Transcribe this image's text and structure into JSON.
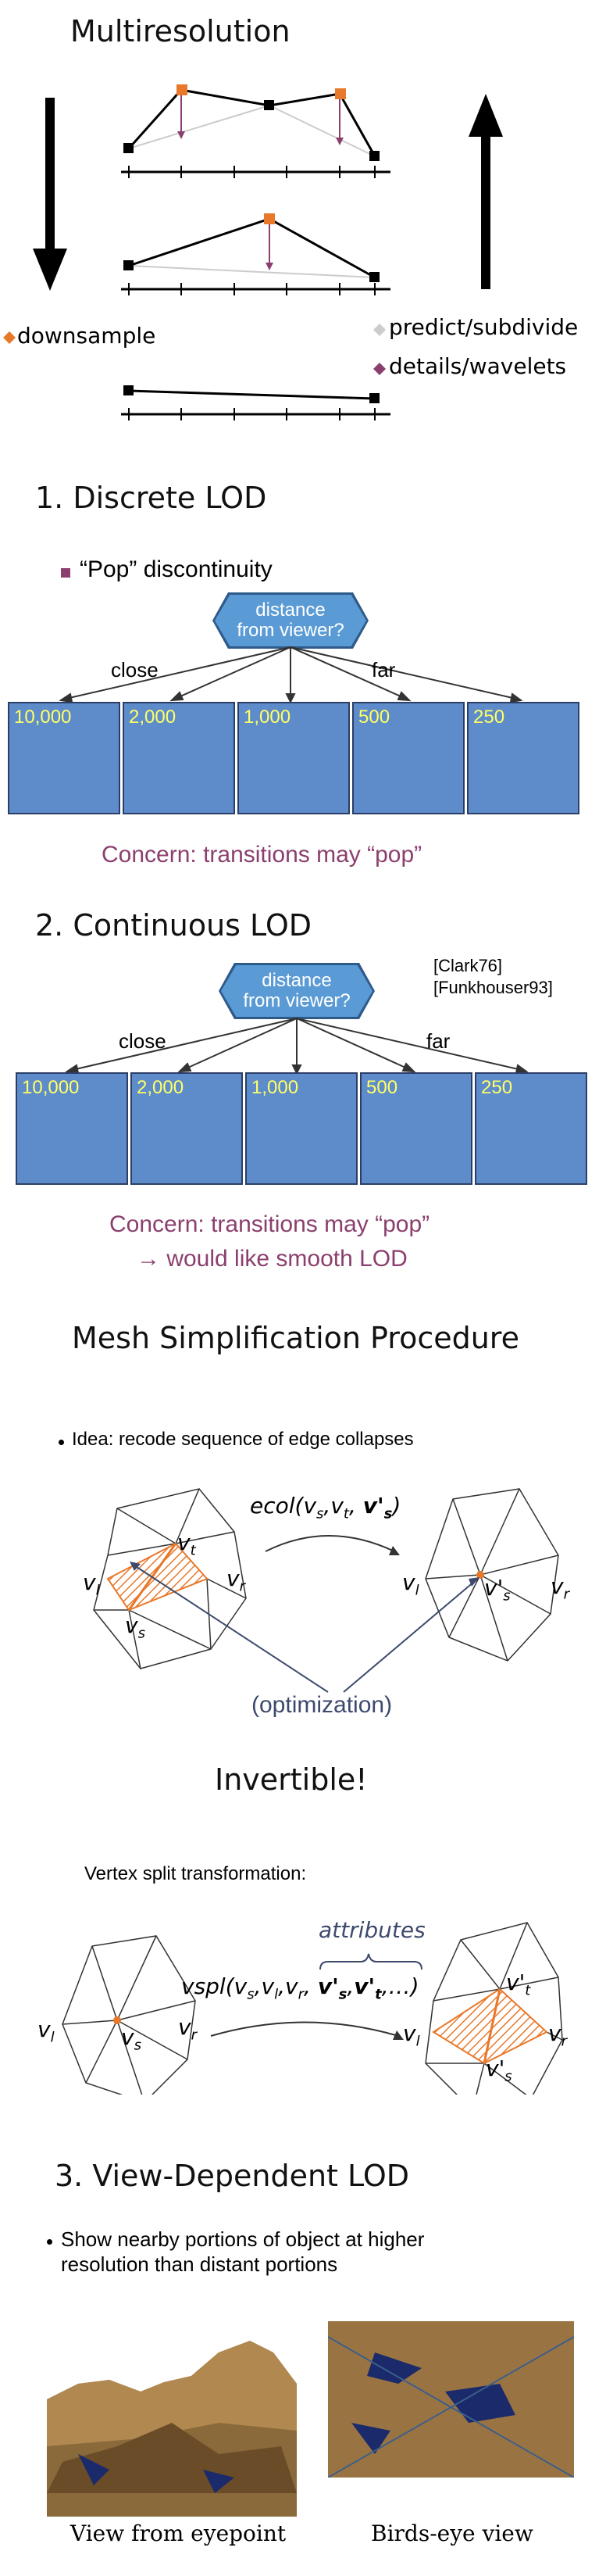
{
  "multires": {
    "title": "Multiresolution",
    "legend_downsample": "downsample",
    "legend_predict": "predict/subdivide",
    "legend_details": "details/wavelets"
  },
  "discrete": {
    "title": "1. Discrete LOD",
    "bullet": "“Pop” discontinuity",
    "hex_line1": "distance",
    "hex_line2": "from viewer?",
    "close": "close",
    "far": "far",
    "thumbs": [
      "10,000",
      "2,000",
      "1,000",
      "500",
      "250"
    ],
    "concern": "Concern: transitions may “pop”"
  },
  "continuous": {
    "title": "2. Continuous LOD",
    "hex_line1": "distance",
    "hex_line2": "from viewer?",
    "ref1": "[Clark76]",
    "ref2": "[Funkhouser93]",
    "close": "close",
    "far": "far",
    "thumbs": [
      "10,000",
      "2,000",
      "1,000",
      "500",
      "250"
    ],
    "concern": "Concern: transitions may “pop”",
    "smooth": "→ would like smooth LOD"
  },
  "mesh": {
    "title": "Mesh Simplification Procedure",
    "bullet": "Idea: recode sequence of edge collapses",
    "ecol_prefix": "ecol(v",
    "optimization": "(optimization)"
  },
  "invertible": {
    "title": "Invertible!",
    "caption": "Vertex split transformation:",
    "attributes": "attributes"
  },
  "viewdep": {
    "title": "3. View-Dependent LOD",
    "bullet_line1": "Show nearby portions of object at higher",
    "bullet_line2": "resolution than distant portions",
    "cap_left": "View from eyepoint",
    "cap_right": "Birds-eye view"
  },
  "colors": {
    "orange": "#e8782a",
    "purple": "#8b3f6e",
    "hex_blue": "#5b9bd5",
    "thumb_blue": "#5e8ccb"
  }
}
